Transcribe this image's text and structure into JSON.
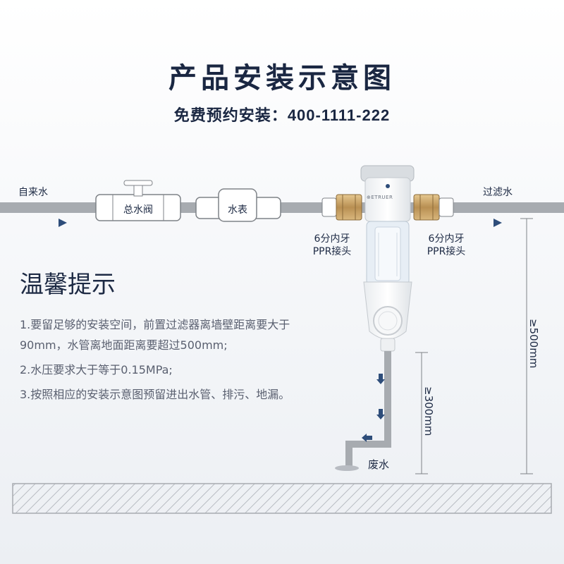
{
  "title": "产品安装示意图",
  "subtitle": {
    "prefix": "免费预约安装：",
    "phone": "400-1111-222"
  },
  "labels": {
    "inlet": "自来水",
    "main_valve": "总水阀",
    "meter": "水表",
    "outlet": "过滤水",
    "left_joint": [
      "6分内牙",
      "PPR接头"
    ],
    "right_joint": [
      "6分内牙",
      "PPR接头"
    ],
    "waste": "废水",
    "brand": "⊕ETRUER",
    "dim_500": "≥500mm",
    "dim_300": "≥300mm"
  },
  "tips": {
    "heading": "温馨提示",
    "items": [
      "1.要留足够的安装空间，前置过滤器离墙壁距离要大于90mm，水管离地面距离要超过500mm;",
      "2.水压要求大于等于0.15MPa;",
      "3.按照相应的安装示意图预留进出水管、排污、地漏。"
    ]
  },
  "colors": {
    "pipe": "#a7abb0",
    "arrow": "#2e4d7a",
    "brass": "#c9a46a",
    "text_dark": "#1d2a44"
  }
}
